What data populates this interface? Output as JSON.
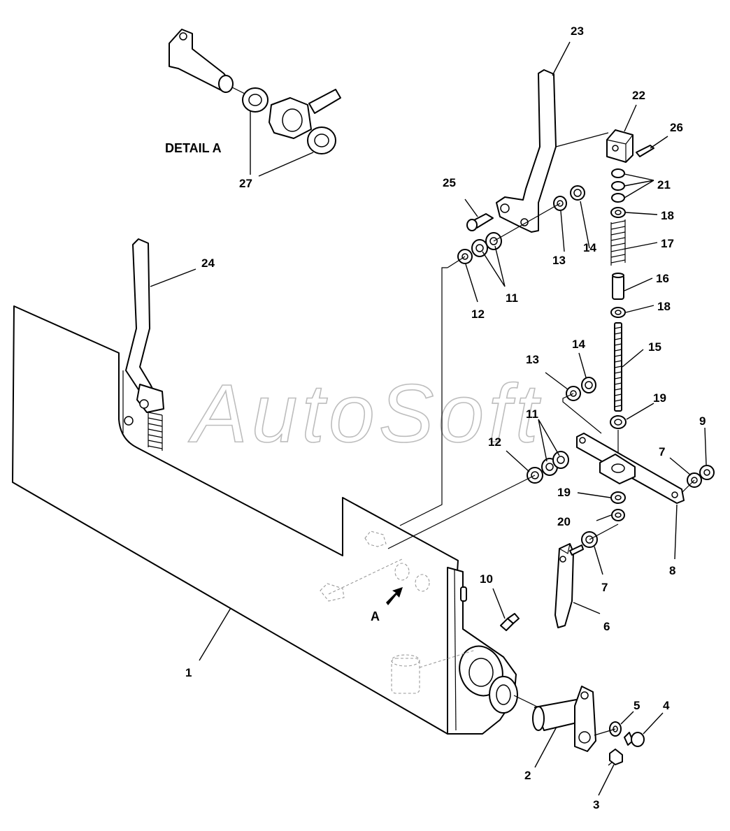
{
  "diagram": {
    "detail_label": "DETAIL A",
    "view_arrow_label": "A",
    "watermark": "AutoSoft",
    "callouts": [
      "1",
      "2",
      "3",
      "4",
      "5",
      "6",
      "7",
      "7",
      "8",
      "9",
      "10",
      "11",
      "11",
      "12",
      "12",
      "13",
      "13",
      "14",
      "14",
      "15",
      "16",
      "17",
      "18",
      "18",
      "19",
      "19",
      "20",
      "21",
      "22",
      "23",
      "24",
      "25",
      "26",
      "27"
    ]
  }
}
